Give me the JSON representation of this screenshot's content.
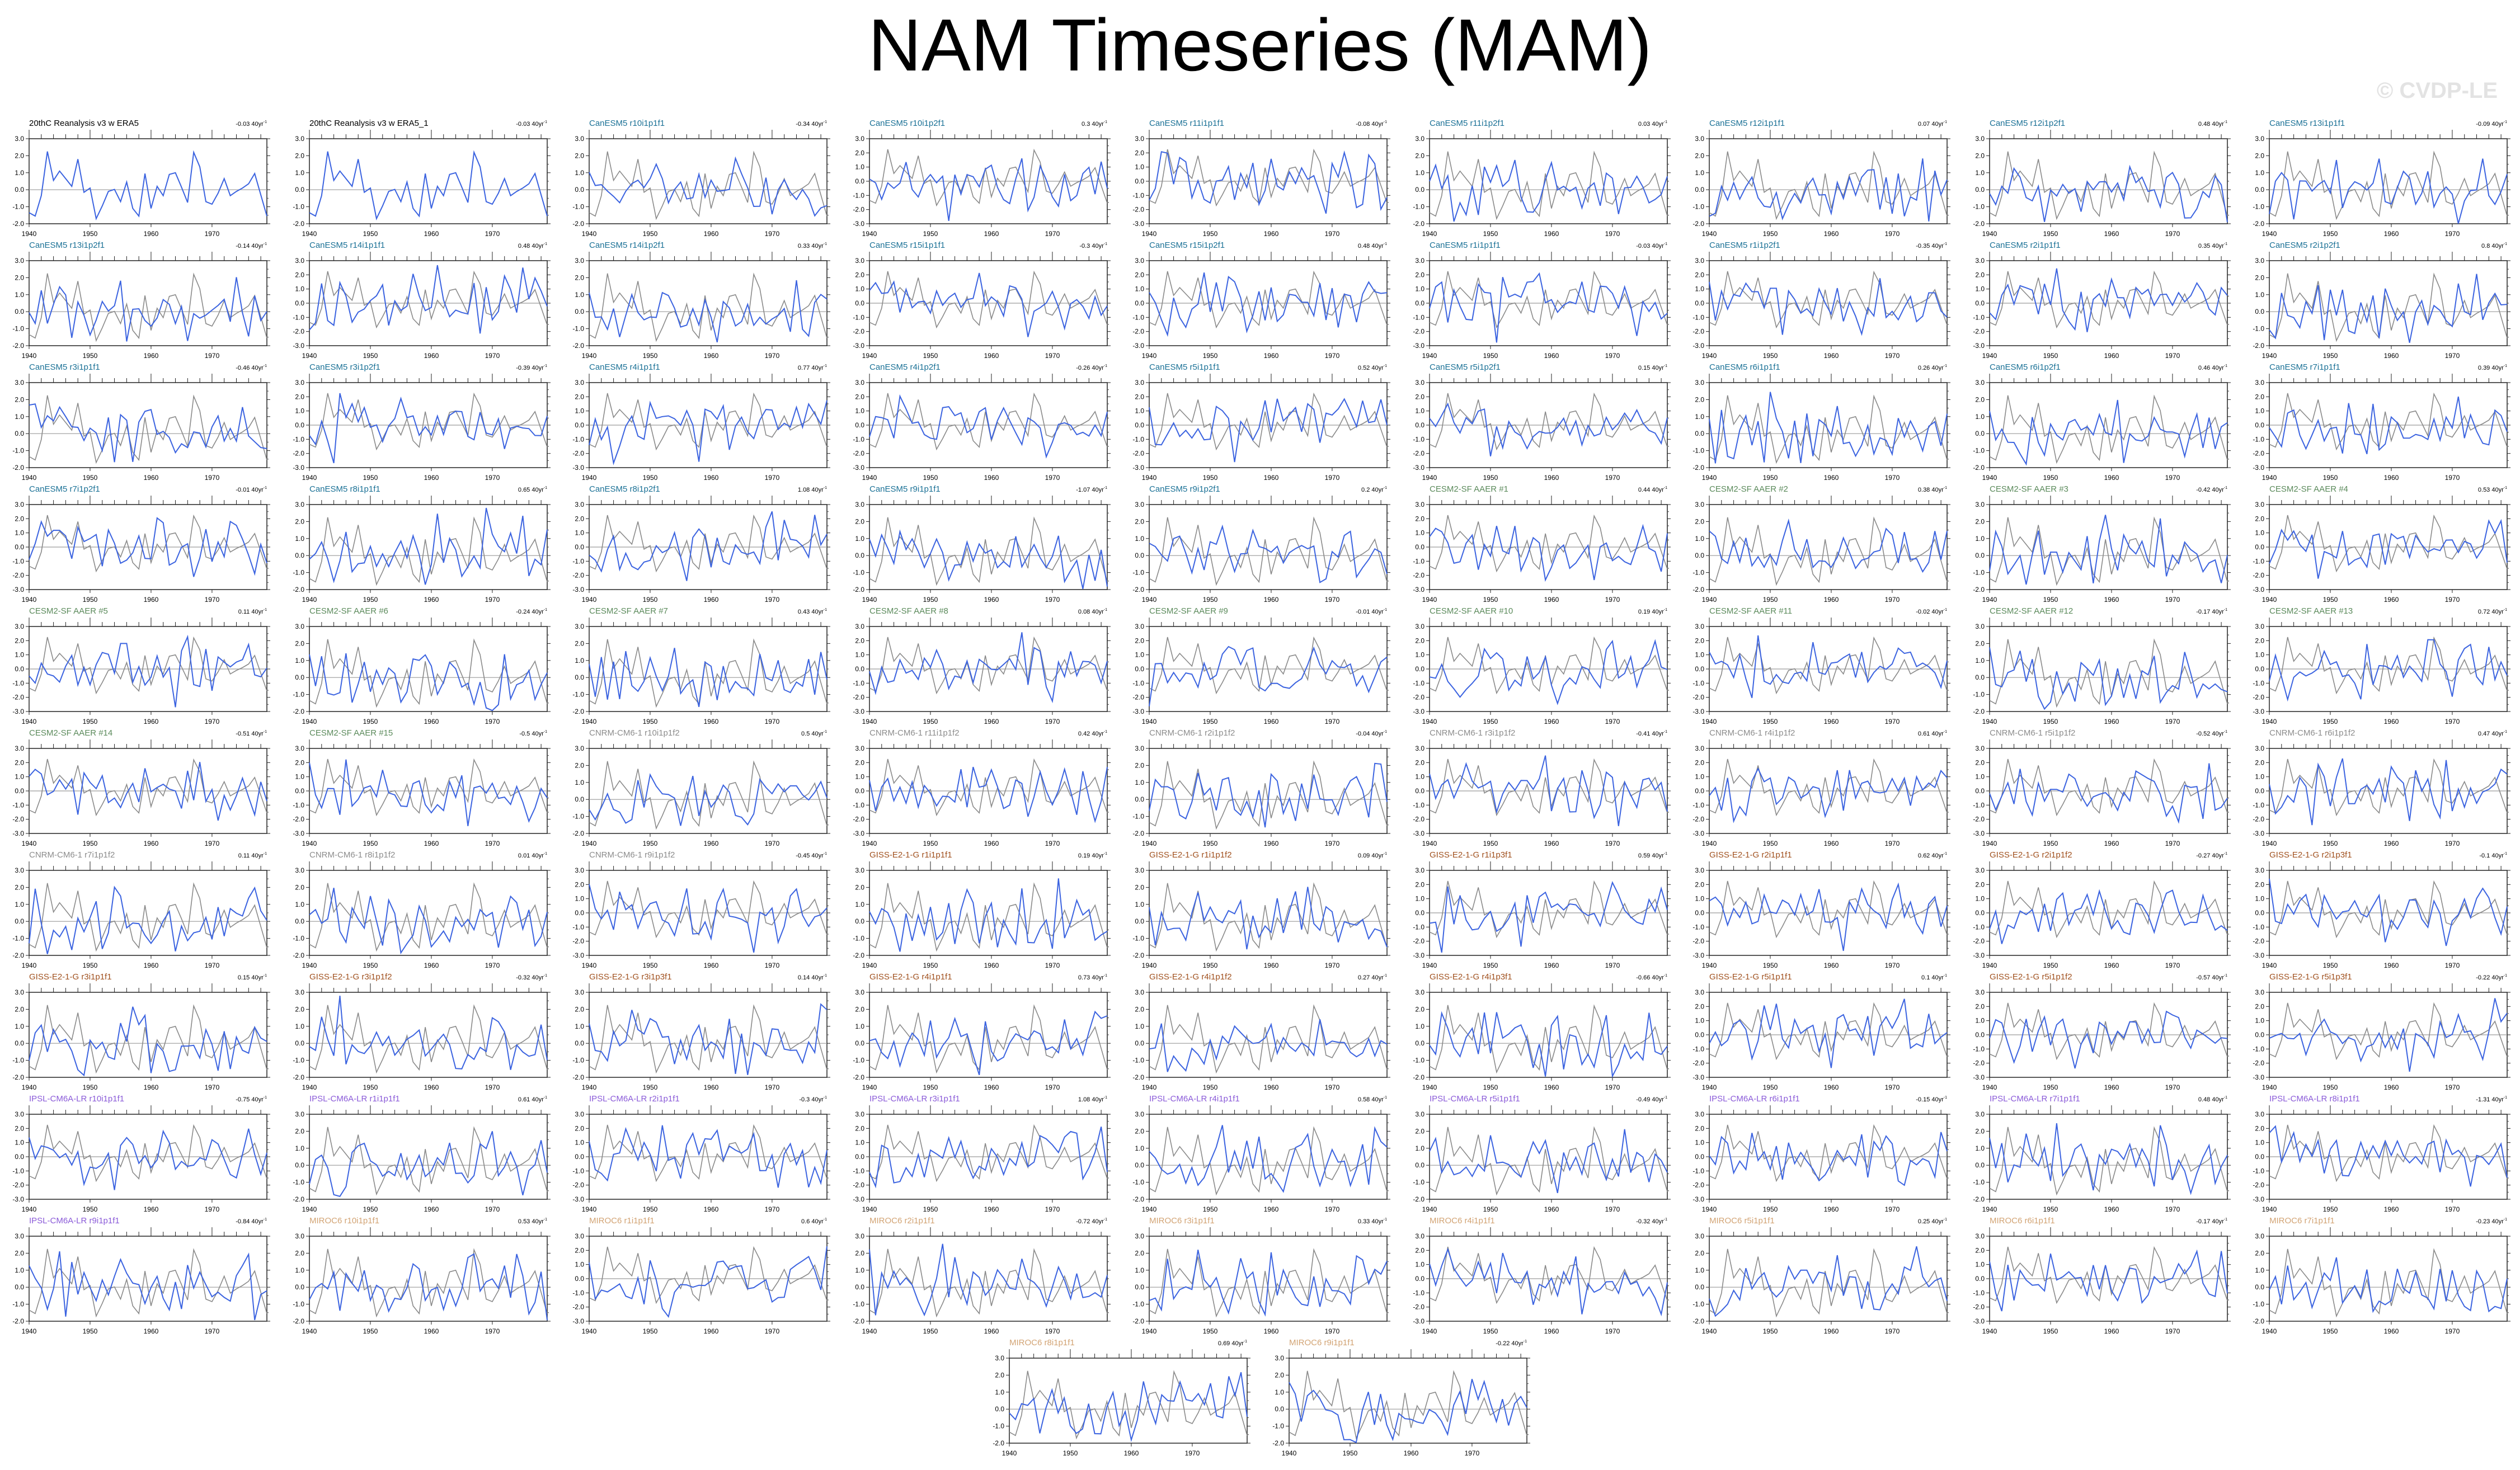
{
  "title": "NAM Timeseries (MAM)",
  "watermark": "© CVDP-LE",
  "chart_data": {
    "type": "line",
    "title": "NAM Timeseries (MAM)",
    "x_range": [
      1940,
      1979
    ],
    "xticks": [
      1940,
      1950,
      1960,
      1970
    ],
    "trend_unit": "40yr",
    "trend_unit_exp": "-1",
    "colors": {
      "model_line": "#3b63e0",
      "obs_line": "#8a8a8a",
      "zero_line": "#9a9a9a",
      "obs": "#000000",
      "CanESM5": "#1b7196",
      "CESM2-SF": "#5b8a5b",
      "CNRM-CM6-1": "#8c8c8c",
      "GISS-E2-1-G": "#a0501e",
      "IPSL-CM6A-LR": "#8a5ad8",
      "MIROC6": "#d2a373"
    },
    "observed": {
      "name": "20thC Reanalysis v3 w ERA5",
      "years": [
        1940,
        1941,
        1942,
        1943,
        1944,
        1945,
        1946,
        1947,
        1948,
        1949,
        1950,
        1951,
        1952,
        1953,
        1954,
        1955,
        1956,
        1957,
        1958,
        1959,
        1960,
        1961,
        1962,
        1963,
        1964,
        1965,
        1966,
        1967,
        1968,
        1969,
        1970,
        1971,
        1972,
        1973,
        1974,
        1975,
        1976,
        1977,
        1978,
        1979
      ],
      "values": [
        -1.35,
        -1.55,
        -0.35,
        2.25,
        0.55,
        1.1,
        0.65,
        0.2,
        1.8,
        -0.15,
        0.1,
        -1.7,
        -0.95,
        -0.1,
        0.02,
        -0.7,
        0.45,
        -1.1,
        -1.55,
        0.95,
        -1.1,
        0.2,
        -0.35,
        0.9,
        1.0,
        0.15,
        -0.75,
        2.2,
        1.35,
        -0.7,
        -0.85,
        -0.2,
        0.65,
        -0.35,
        -0.1,
        0.1,
        0.35,
        0.95,
        -0.3,
        -1.55
      ]
    },
    "panels": [
      {
        "title": "20thC Reanalysis v3 w ERA5",
        "trend": "-0.03",
        "group": "obs",
        "seed": 1
      },
      {
        "title": "20thC Reanalysis v3 w ERA5_1",
        "trend": "-0.03",
        "group": "obs",
        "seed": 2
      },
      {
        "title": "CanESM5 r10i1p1f1",
        "trend": "-0.34",
        "group": "CanESM5",
        "seed": 3
      },
      {
        "title": "CanESM5 r10i1p2f1",
        "trend": "0.3",
        "group": "CanESM5",
        "seed": 4
      },
      {
        "title": "CanESM5 r11i1p1f1",
        "trend": "-0.08",
        "group": "CanESM5",
        "seed": 5
      },
      {
        "title": "CanESM5 r11i1p2f1",
        "trend": "0.03",
        "group": "CanESM5",
        "seed": 6
      },
      {
        "title": "CanESM5 r12i1p1f1",
        "trend": "0.07",
        "group": "CanESM5",
        "seed": 7
      },
      {
        "title": "CanESM5 r12i1p2f1",
        "trend": "0.48",
        "group": "CanESM5",
        "seed": 8
      },
      {
        "title": "CanESM5 r13i1p1f1",
        "trend": "-0.09",
        "group": "CanESM5",
        "seed": 9
      },
      {
        "title": "CanESM5 r13i1p2f1",
        "trend": "-0.14",
        "group": "CanESM5",
        "seed": 10
      },
      {
        "title": "CanESM5 r14i1p1f1",
        "trend": "0.48",
        "group": "CanESM5",
        "seed": 11
      },
      {
        "title": "CanESM5 r14i1p2f1",
        "trend": "0.33",
        "group": "CanESM5",
        "seed": 12
      },
      {
        "title": "CanESM5 r15i1p1f1",
        "trend": "-0.3",
        "group": "CanESM5",
        "seed": 13
      },
      {
        "title": "CanESM5 r15i1p2f1",
        "trend": "0.48",
        "group": "CanESM5",
        "seed": 14
      },
      {
        "title": "CanESM5 r1i1p1f1",
        "trend": "-0.03",
        "group": "CanESM5",
        "seed": 15
      },
      {
        "title": "CanESM5 r1i1p2f1",
        "trend": "-0.35",
        "group": "CanESM5",
        "seed": 16
      },
      {
        "title": "CanESM5 r2i1p1f1",
        "trend": "0.35",
        "group": "CanESM5",
        "seed": 17
      },
      {
        "title": "CanESM5 r2i1p2f1",
        "trend": "0.8",
        "group": "CanESM5",
        "seed": 18
      },
      {
        "title": "CanESM5 r3i1p1f1",
        "trend": "-0.46",
        "group": "CanESM5",
        "seed": 19
      },
      {
        "title": "CanESM5 r3i1p2f1",
        "trend": "-0.39",
        "group": "CanESM5",
        "seed": 20
      },
      {
        "title": "CanESM5 r4i1p1f1",
        "trend": "0.77",
        "group": "CanESM5",
        "seed": 21
      },
      {
        "title": "CanESM5 r4i1p2f1",
        "trend": "-0.26",
        "group": "CanESM5",
        "seed": 22
      },
      {
        "title": "CanESM5 r5i1p1f1",
        "trend": "0.52",
        "group": "CanESM5",
        "seed": 23
      },
      {
        "title": "CanESM5 r5i1p2f1",
        "trend": "0.15",
        "group": "CanESM5",
        "seed": 24
      },
      {
        "title": "CanESM5 r6i1p1f1",
        "trend": "0.26",
        "group": "CanESM5",
        "seed": 25
      },
      {
        "title": "CanESM5 r6i1p2f1",
        "trend": "0.46",
        "group": "CanESM5",
        "seed": 26
      },
      {
        "title": "CanESM5 r7i1p1f1",
        "trend": "0.39",
        "group": "CanESM5",
        "seed": 27
      },
      {
        "title": "CanESM5 r7i1p2f1",
        "trend": "-0.01",
        "group": "CanESM5",
        "seed": 28
      },
      {
        "title": "CanESM5 r8i1p1f1",
        "trend": "0.65",
        "group": "CanESM5",
        "seed": 29
      },
      {
        "title": "CanESM5 r8i1p2f1",
        "trend": "1.08",
        "group": "CanESM5",
        "seed": 30
      },
      {
        "title": "CanESM5 r9i1p1f1",
        "trend": "-1.07",
        "group": "CanESM5",
        "seed": 31
      },
      {
        "title": "CanESM5 r9i1p2f1",
        "trend": "0.2",
        "group": "CanESM5",
        "seed": 32
      },
      {
        "title": "CESM2-SF AAER #1",
        "trend": "0.44",
        "group": "CESM2-SF",
        "seed": 33
      },
      {
        "title": "CESM2-SF AAER #2",
        "trend": "0.38",
        "group": "CESM2-SF",
        "seed": 34
      },
      {
        "title": "CESM2-SF AAER #3",
        "trend": "-0.42",
        "group": "CESM2-SF",
        "seed": 35
      },
      {
        "title": "CESM2-SF AAER #4",
        "trend": "0.53",
        "group": "CESM2-SF",
        "seed": 36
      },
      {
        "title": "CESM2-SF AAER #5",
        "trend": "0.11",
        "group": "CESM2-SF",
        "seed": 37
      },
      {
        "title": "CESM2-SF AAER #6",
        "trend": "-0.24",
        "group": "CESM2-SF",
        "seed": 38
      },
      {
        "title": "CESM2-SF AAER #7",
        "trend": "0.43",
        "group": "CESM2-SF",
        "seed": 39
      },
      {
        "title": "CESM2-SF AAER #8",
        "trend": "0.08",
        "group": "CESM2-SF",
        "seed": 40
      },
      {
        "title": "CESM2-SF AAER #9",
        "trend": "-0.01",
        "group": "CESM2-SF",
        "seed": 41
      },
      {
        "title": "CESM2-SF AAER #10",
        "trend": "0.19",
        "group": "CESM2-SF",
        "seed": 42
      },
      {
        "title": "CESM2-SF AAER #11",
        "trend": "-0.02",
        "group": "CESM2-SF",
        "seed": 43
      },
      {
        "title": "CESM2-SF AAER #12",
        "trend": "-0.17",
        "group": "CESM2-SF",
        "seed": 44
      },
      {
        "title": "CESM2-SF AAER #13",
        "trend": "0.72",
        "group": "CESM2-SF",
        "seed": 45
      },
      {
        "title": "CESM2-SF AAER #14",
        "trend": "-0.51",
        "group": "CESM2-SF",
        "seed": 46
      },
      {
        "title": "CESM2-SF AAER #15",
        "trend": "-0.5",
        "group": "CESM2-SF",
        "seed": 47
      },
      {
        "title": "CNRM-CM6-1 r10i1p1f2",
        "trend": "0.5",
        "group": "CNRM-CM6-1",
        "seed": 48
      },
      {
        "title": "CNRM-CM6-1 r11i1p1f2",
        "trend": "0.42",
        "group": "CNRM-CM6-1",
        "seed": 49
      },
      {
        "title": "CNRM-CM6-1 r2i1p1f2",
        "trend": "-0.04",
        "group": "CNRM-CM6-1",
        "seed": 50
      },
      {
        "title": "CNRM-CM6-1 r3i1p1f2",
        "trend": "-0.41",
        "group": "CNRM-CM6-1",
        "seed": 51
      },
      {
        "title": "CNRM-CM6-1 r4i1p1f2",
        "trend": "0.61",
        "group": "CNRM-CM6-1",
        "seed": 52
      },
      {
        "title": "CNRM-CM6-1 r5i1p1f2",
        "trend": "-0.52",
        "group": "CNRM-CM6-1",
        "seed": 53
      },
      {
        "title": "CNRM-CM6-1 r6i1p1f2",
        "trend": "0.47",
        "group": "CNRM-CM6-1",
        "seed": 54
      },
      {
        "title": "CNRM-CM6-1 r7i1p1f2",
        "trend": "0.11",
        "group": "CNRM-CM6-1",
        "seed": 55
      },
      {
        "title": "CNRM-CM6-1 r8i1p1f2",
        "trend": "0.01",
        "group": "CNRM-CM6-1",
        "seed": 56
      },
      {
        "title": "CNRM-CM6-1 r9i1p1f2",
        "trend": "-0.45",
        "group": "CNRM-CM6-1",
        "seed": 57
      },
      {
        "title": "GISS-E2-1-G r1i1p1f1",
        "trend": "0.19",
        "group": "GISS-E2-1-G",
        "seed": 58
      },
      {
        "title": "GISS-E2-1-G r1i1p1f2",
        "trend": "0.09",
        "group": "GISS-E2-1-G",
        "seed": 59
      },
      {
        "title": "GISS-E2-1-G r1i1p3f1",
        "trend": "0.59",
        "group": "GISS-E2-1-G",
        "seed": 60
      },
      {
        "title": "GISS-E2-1-G r2i1p1f1",
        "trend": "0.62",
        "group": "GISS-E2-1-G",
        "seed": 61
      },
      {
        "title": "GISS-E2-1-G r2i1p1f2",
        "trend": "-0.27",
        "group": "GISS-E2-1-G",
        "seed": 62
      },
      {
        "title": "GISS-E2-1-G r2i1p3f1",
        "trend": "-0.1",
        "group": "GISS-E2-1-G",
        "seed": 63
      },
      {
        "title": "GISS-E2-1-G r3i1p1f1",
        "trend": "0.15",
        "group": "GISS-E2-1-G",
        "seed": 64
      },
      {
        "title": "GISS-E2-1-G r3i1p1f2",
        "trend": "-0.32",
        "group": "GISS-E2-1-G",
        "seed": 65
      },
      {
        "title": "GISS-E2-1-G r3i1p3f1",
        "trend": "0.14",
        "group": "GISS-E2-1-G",
        "seed": 66
      },
      {
        "title": "GISS-E2-1-G r4i1p1f1",
        "trend": "0.73",
        "group": "GISS-E2-1-G",
        "seed": 67
      },
      {
        "title": "GISS-E2-1-G r4i1p1f2",
        "trend": "0.27",
        "group": "GISS-E2-1-G",
        "seed": 68
      },
      {
        "title": "GISS-E2-1-G r4i1p3f1",
        "trend": "-0.66",
        "group": "GISS-E2-1-G",
        "seed": 69
      },
      {
        "title": "GISS-E2-1-G r5i1p1f1",
        "trend": "0.1",
        "group": "GISS-E2-1-G",
        "seed": 70
      },
      {
        "title": "GISS-E2-1-G r5i1p1f2",
        "trend": "-0.57",
        "group": "GISS-E2-1-G",
        "seed": 71
      },
      {
        "title": "GISS-E2-1-G r5i1p3f1",
        "trend": "-0.22",
        "group": "GISS-E2-1-G",
        "seed": 72
      },
      {
        "title": "IPSL-CM6A-LR r10i1p1f1",
        "trend": "-0.75",
        "group": "IPSL-CM6A-LR",
        "seed": 73
      },
      {
        "title": "IPSL-CM6A-LR r1i1p1f1",
        "trend": "0.61",
        "group": "IPSL-CM6A-LR",
        "seed": 74
      },
      {
        "title": "IPSL-CM6A-LR r2i1p1f1",
        "trend": "-0.3",
        "group": "IPSL-CM6A-LR",
        "seed": 75
      },
      {
        "title": "IPSL-CM6A-LR r3i1p1f1",
        "trend": "1.08",
        "group": "IPSL-CM6A-LR",
        "seed": 76
      },
      {
        "title": "IPSL-CM6A-LR r4i1p1f1",
        "trend": "0.58",
        "group": "IPSL-CM6A-LR",
        "seed": 77
      },
      {
        "title": "IPSL-CM6A-LR r5i1p1f1",
        "trend": "-0.49",
        "group": "IPSL-CM6A-LR",
        "seed": 78
      },
      {
        "title": "IPSL-CM6A-LR r6i1p1f1",
        "trend": "-0.15",
        "group": "IPSL-CM6A-LR",
        "seed": 79
      },
      {
        "title": "IPSL-CM6A-LR r7i1p1f1",
        "trend": "0.48",
        "group": "IPSL-CM6A-LR",
        "seed": 80
      },
      {
        "title": "IPSL-CM6A-LR r8i1p1f1",
        "trend": "-1.31",
        "group": "IPSL-CM6A-LR",
        "seed": 81
      },
      {
        "title": "IPSL-CM6A-LR r9i1p1f1",
        "trend": "-0.84",
        "group": "IPSL-CM6A-LR",
        "seed": 82
      },
      {
        "title": "MIROC6 r10i1p1f1",
        "trend": "0.53",
        "group": "MIROC6",
        "seed": 83
      },
      {
        "title": "MIROC6 r1i1p1f1",
        "trend": "0.6",
        "group": "MIROC6",
        "seed": 84
      },
      {
        "title": "MIROC6 r2i1p1f1",
        "trend": "-0.72",
        "group": "MIROC6",
        "seed": 85
      },
      {
        "title": "MIROC6 r3i1p1f1",
        "trend": "0.33",
        "group": "MIROC6",
        "seed": 86
      },
      {
        "title": "MIROC6 r4i1p1f1",
        "trend": "-0.32",
        "group": "MIROC6",
        "seed": 87
      },
      {
        "title": "MIROC6 r5i1p1f1",
        "trend": "0.25",
        "group": "MIROC6",
        "seed": 88
      },
      {
        "title": "MIROC6 r6i1p1f1",
        "trend": "-0.17",
        "group": "MIROC6",
        "seed": 89
      },
      {
        "title": "MIROC6 r7i1p1f1",
        "trend": "-0.23",
        "group": "MIROC6",
        "seed": 90
      },
      {
        "title": "MIROC6 r8i1p1f1",
        "trend": "0.69",
        "group": "MIROC6",
        "seed": 91
      },
      {
        "title": "MIROC6 r9i1p1f1",
        "trend": "-0.22",
        "group": "MIROC6",
        "seed": 92
      }
    ]
  }
}
